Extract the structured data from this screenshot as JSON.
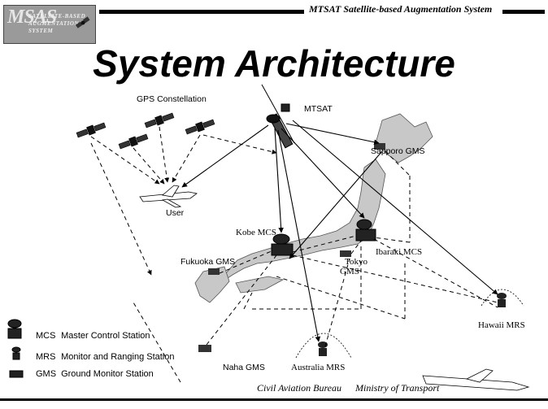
{
  "header": {
    "system_name": "MTSAT Satellite-based Augmentation System",
    "logo": {
      "letters": "MSAS",
      "small_lines": [
        "SATELLITE-BASED",
        "AUGMENTATION",
        "SYSTEM"
      ]
    }
  },
  "title": "System Architecture",
  "diagram": {
    "nodes": {
      "gps_constellation": "GPS Constellation",
      "mtsat": "MTSAT",
      "user": "User",
      "kobe_mcs": "Kobe MCS",
      "ibaraki_mcs": "Ibaraki MCS",
      "sapporo_gms": "Sapporo GMS",
      "fukuoka_gms": "Fukuoka GMS",
      "tokyo_gms_line1": "Tokyo",
      "tokyo_gms_line2": "GMS",
      "naha_gms": "Naha GMS",
      "australia_mrs": "Australia MRS",
      "hawaii_mrs": "Hawaii MRS"
    }
  },
  "legend": [
    {
      "icon": "mcs-dish-icon",
      "abbr": "MCS",
      "label": "Master Control Station"
    },
    {
      "icon": "mrs-dish-icon",
      "abbr": "MRS",
      "label": "Monitor and Ranging Station"
    },
    {
      "icon": "gms-building-icon",
      "abbr": "GMS",
      "label": "Ground Monitor Station"
    }
  ],
  "footer": {
    "bureau": "Civil Aviation Bureau",
    "ministry": "Ministry of Transport"
  }
}
